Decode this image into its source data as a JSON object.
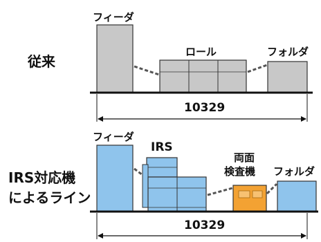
{
  "rows": {
    "conventional": {
      "label": "従来",
      "feeder_label": "フィーダ",
      "roll_label": "ロール",
      "folder_label": "フォルダ",
      "length_label": "10329"
    },
    "irs": {
      "label_line1": "IRS対応機",
      "label_line2": "によるライン",
      "feeder_label": "フィーダ",
      "irs_label": "IRS",
      "inspection_line1": "両面",
      "inspection_line2": "検査機",
      "folder_label": "フォルダ",
      "length_label": "10329"
    }
  },
  "colors": {
    "conventional_fill": "#c8c8c8",
    "irs_fill": "#8fc4ec",
    "inspection_fill": "#f3a233",
    "stroke": "#333333",
    "ground": "#111111"
  }
}
